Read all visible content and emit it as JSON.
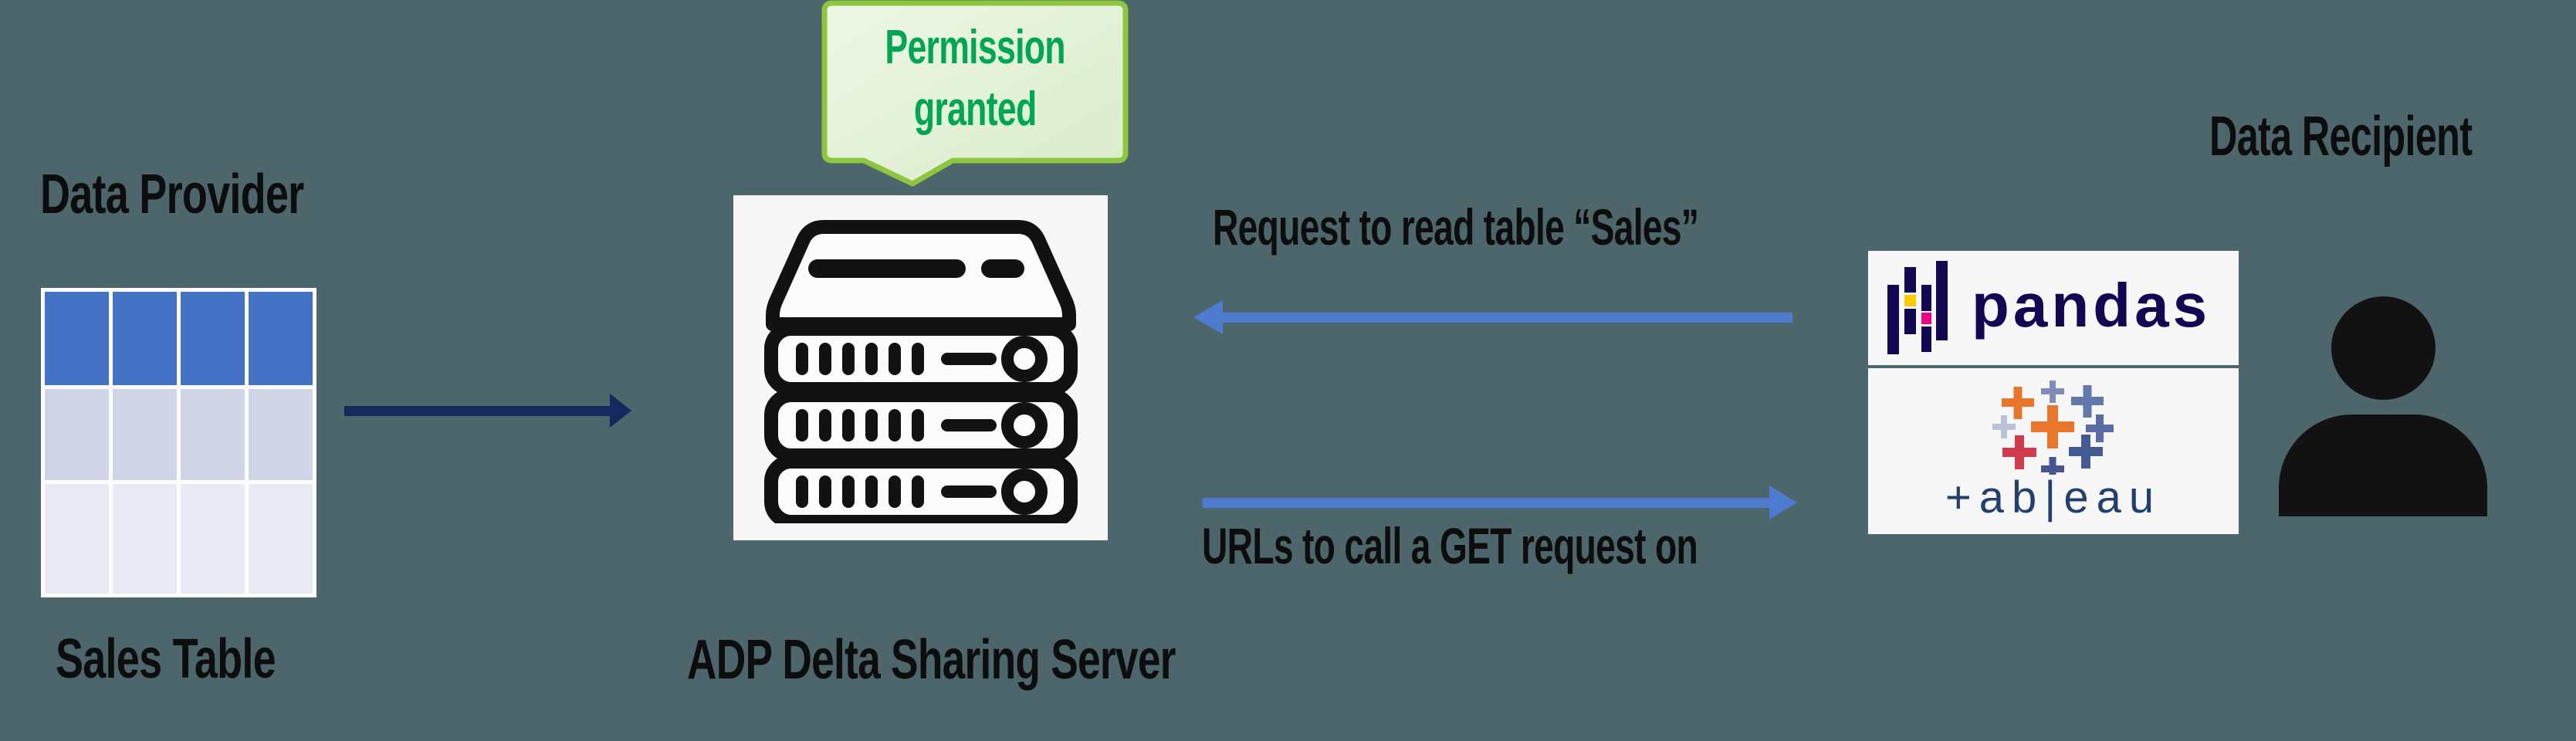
{
  "colors": {
    "background": "#4d666c",
    "text_black": "#0d0d0d",
    "arrow_navy": "#16285e",
    "arrow_blue": "#4e7ad0",
    "bubble_fill": "#eef6e6",
    "bubble_fill2": "#d9edca",
    "bubble_border": "#8ec63f",
    "bubble_text": "#00a651",
    "box_white": "#f7f7f7",
    "icon_black": "#121212",
    "pandas_navy": "#130754",
    "pandas_yellow": "#ffca00",
    "pandas_pink": "#e70488",
    "tableau_navy": "#21406e",
    "tableau_orange": "#e8762d",
    "tableau_red": "#cf3a4c"
  },
  "provider": {
    "label": "Data Provider"
  },
  "sales_table": {
    "label": "Sales Table",
    "columns": 4,
    "row_colors": [
      "#4472c4",
      "#d0d6e8",
      "#e8ebf4"
    ]
  },
  "server": {
    "label": "ADP Delta Sharing Server"
  },
  "bubble": {
    "line1": "Permission",
    "line2": "granted"
  },
  "messages": {
    "request": "Request to read table “Sales”",
    "urls": "URLs to call a GET request on"
  },
  "recipient": {
    "label": "Data Recipient"
  },
  "logos": {
    "pandas": {
      "name": "pandas",
      "wordmark": "pandas"
    },
    "tableau": {
      "name": "tableau",
      "wordmark_display": "+ab|eau"
    }
  }
}
